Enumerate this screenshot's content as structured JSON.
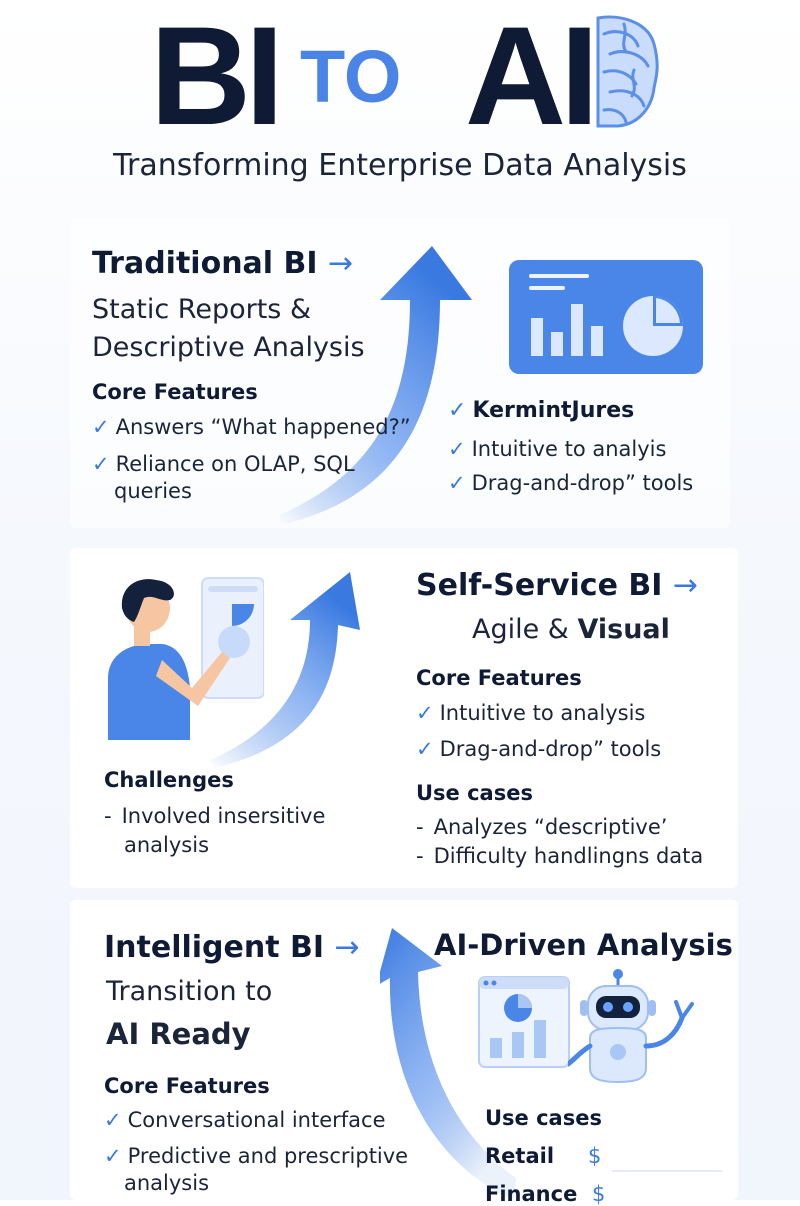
{
  "header": {
    "title_bi": "BI",
    "title_to": "TO",
    "title_ai": "AI",
    "subtitle": "Transforming Enterprise Data Analysis"
  },
  "colors": {
    "navy": "#0f1a35",
    "accent": "#3a7ae0",
    "light_accent": "#a9c7f5"
  },
  "traditional": {
    "title": "Traditional BI",
    "subtitle_1": "Static Reports &",
    "subtitle_2": "Descriptive Analysis",
    "features_heading": "Core Features",
    "features": [
      "Answers “What happened?”",
      "Reliance on OLAP, SQL",
      "queries"
    ],
    "right_heading": "KermintJures",
    "right_items": [
      "Intuitive to analyis",
      "Drag-and-drop” tools"
    ]
  },
  "self_service": {
    "title": "Self-Service BI",
    "subtitle_plain": "Agile & ",
    "subtitle_bold": "Visual",
    "features_heading": "Core Features",
    "features": [
      "Intuitive to analysis",
      "Drag-and-drop” tools"
    ],
    "challenges_heading": "Challenges",
    "challenges": [
      "Involved insersitive",
      "analysis"
    ],
    "use_cases_heading": "Use cases",
    "use_cases": [
      "Analyzes “descriptive’",
      "Difficulty handlingns data"
    ]
  },
  "intelligent": {
    "title": "Intelligent BI",
    "subtitle_1": "Transition to",
    "subtitle_2": "AI Ready",
    "features_heading": "Core Features",
    "features": [
      "Conversational interface",
      "Predictive and prescriptive",
      "analysis"
    ],
    "ai_heading": "AI-Driven Analysis",
    "use_cases_heading": "Use cases",
    "use_cases": [
      {
        "label": "Retail",
        "symbol": "$"
      },
      {
        "label": "Finance",
        "symbol": "$"
      }
    ]
  },
  "icons": {
    "arrow": "→",
    "check": "✓",
    "dash": "-"
  }
}
